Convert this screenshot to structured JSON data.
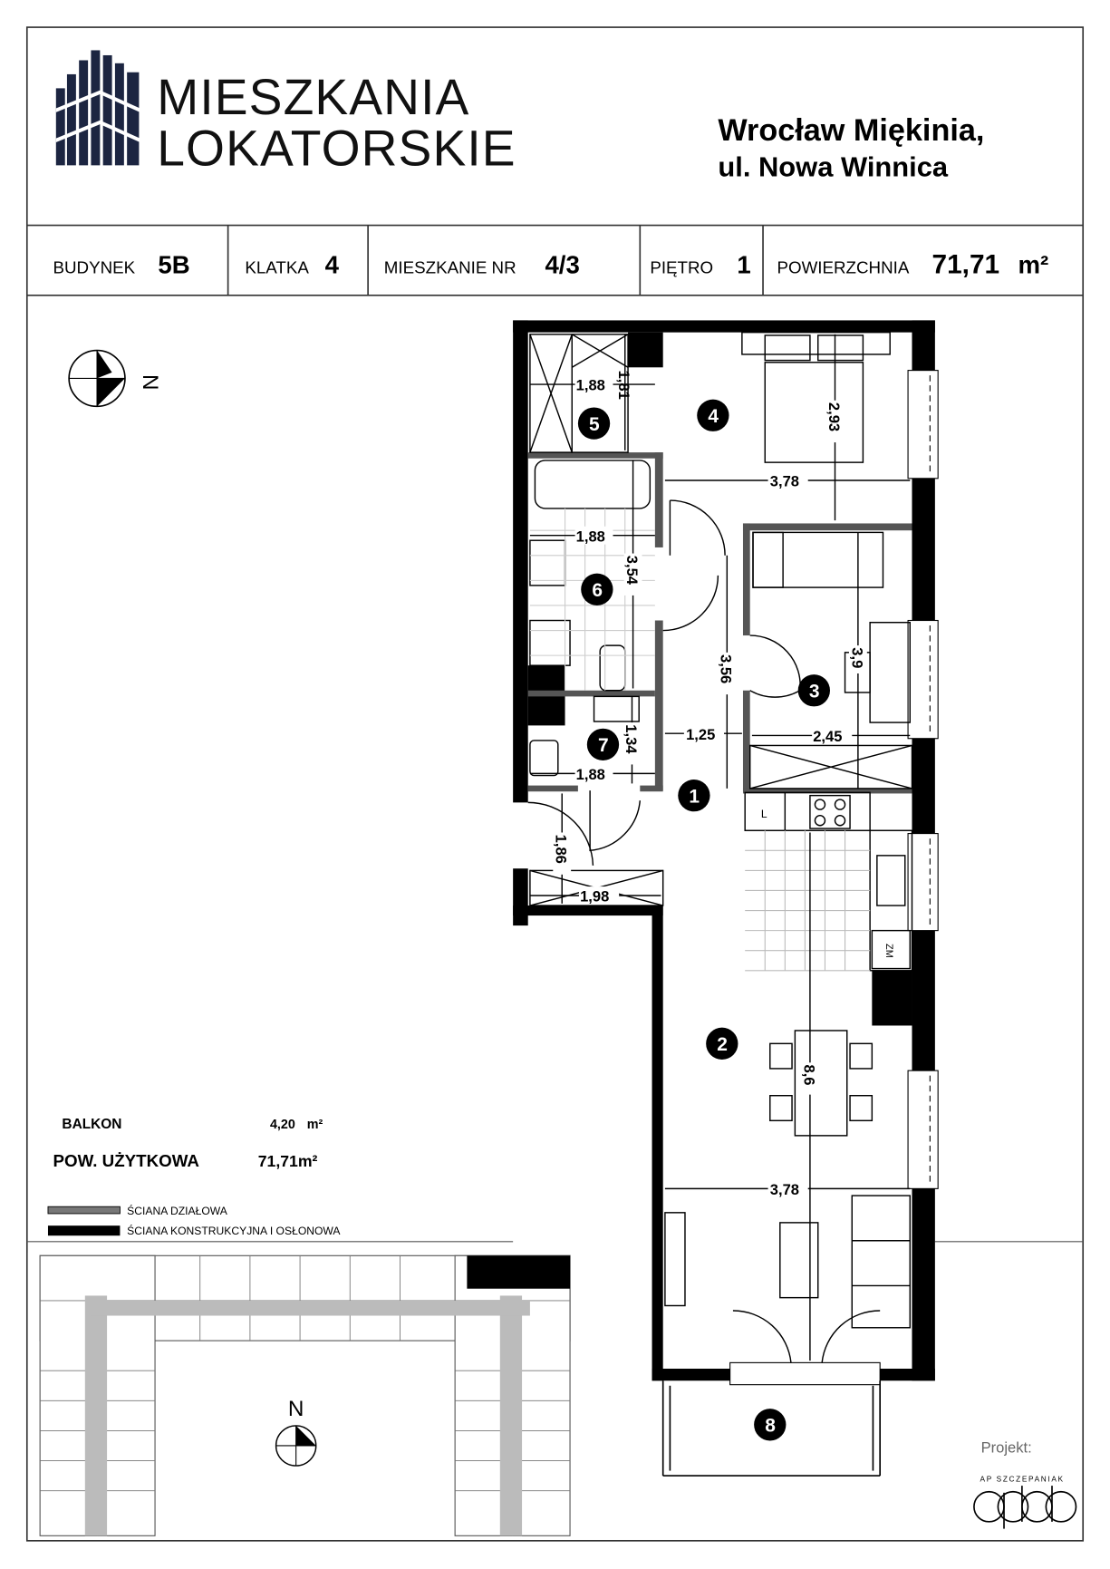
{
  "brand": {
    "line1": "MIESZKANIA",
    "line2": "LOKATORSKIE",
    "color": "#1c2541"
  },
  "location": {
    "line1": "Wrocław Miękinia,",
    "line2": "ul. Nowa Winnica"
  },
  "info": {
    "building_label": "BUDYNEK",
    "building_value": "5B",
    "stair_label": "KLATKA",
    "stair_value": "4",
    "flat_label": "MIESZKANIE NR",
    "flat_value": "4/3",
    "floor_label": "PIĘTRO",
    "floor_value": "1",
    "area_label": "POWIERZCHNIA",
    "area_value": "71,71",
    "area_unit": "m²"
  },
  "compass": {
    "label": "N"
  },
  "summary": {
    "balcony_label": "BALKON",
    "balcony_value": "4,20",
    "balcony_unit": "m²",
    "usable_label": "POW. UŻYTKOWA",
    "usable_value": "71,71m²"
  },
  "legend": [
    {
      "label": "ŚCIANA DZIAŁOWA",
      "color": "#777777"
    },
    {
      "label": "ŚCIANA KONSTRUKCYJNA I OSŁONOWA",
      "color": "#000000"
    }
  ],
  "rooms": [
    "1",
    "2",
    "3",
    "4",
    "5",
    "6",
    "7",
    "8"
  ],
  "dimensions": {
    "d5w": "1,88",
    "d5h": "1,81",
    "d4h": "2,93",
    "d4w": "3,78",
    "d6w": "1,88",
    "d6h": "3,54",
    "d1h": "3,56",
    "d3h": "3,9",
    "d1w": "1,25",
    "d3w": "2,45",
    "d7h": "1,34",
    "d7w": "1,88",
    "dEh": "1,86",
    "dEw": "1,98",
    "d2h": "8,6",
    "d2w": "3,78"
  },
  "kitchen": {
    "fridge": "L",
    "washer": "ZM"
  },
  "siteplan": {
    "north": "N"
  },
  "credits": {
    "label": "Projekt:",
    "firm": "AP SZCZEPANIAK",
    "logo": "apap"
  }
}
